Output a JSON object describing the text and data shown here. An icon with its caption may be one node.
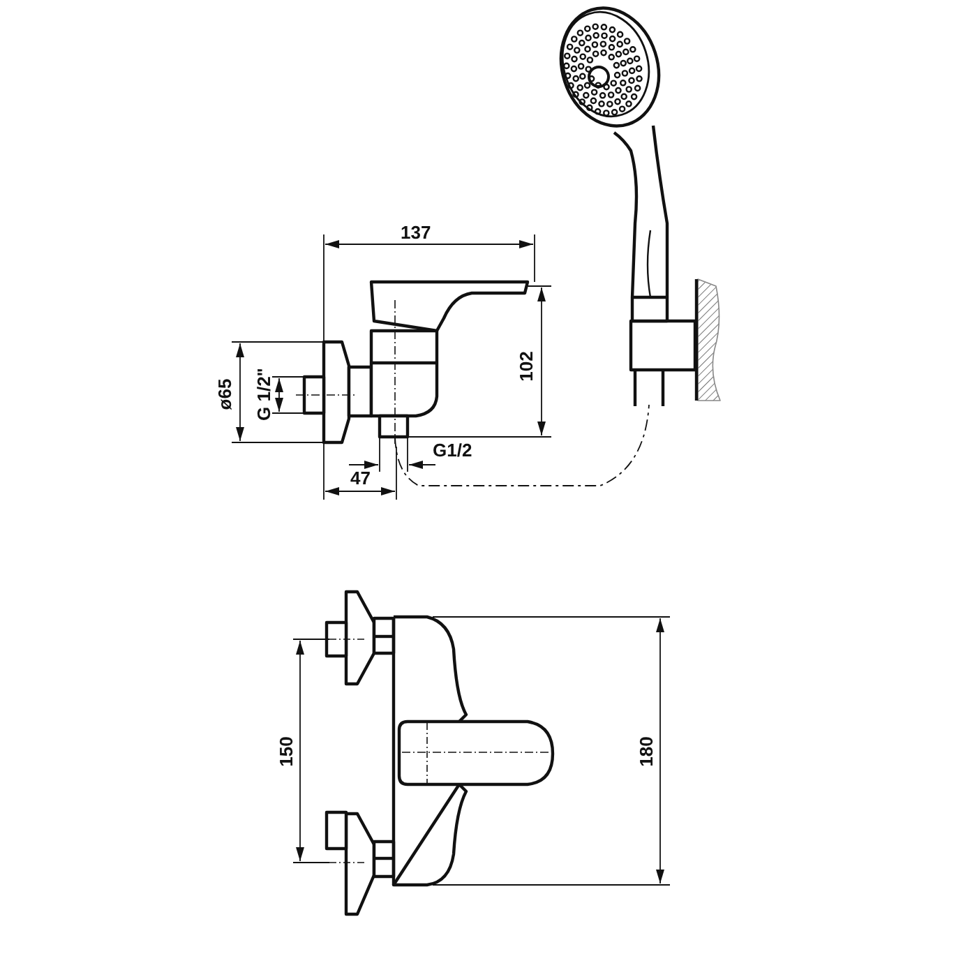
{
  "diagram": {
    "labels": [
      "137",
      "ø65",
      "G 1/2\"",
      "102",
      "G1/2",
      "47",
      "150",
      "180"
    ]
  }
}
